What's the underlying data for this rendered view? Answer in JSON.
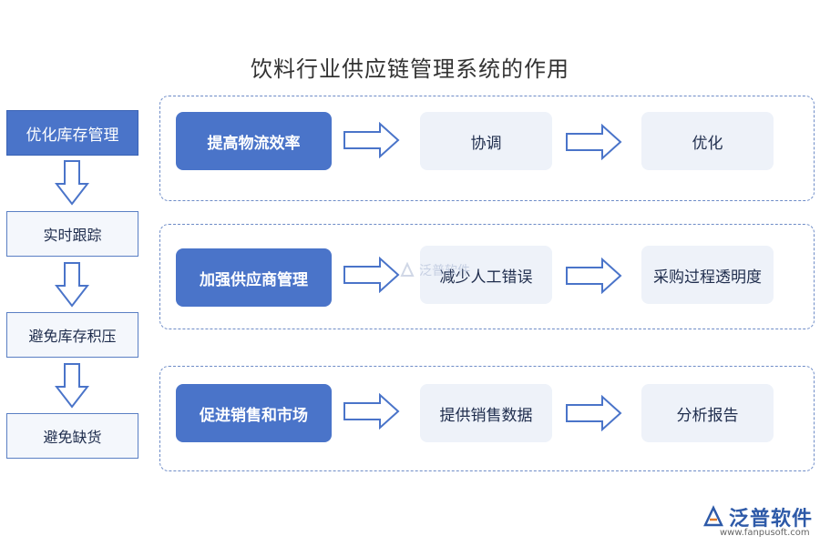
{
  "title": "饮料行业供应链管理系统的作用",
  "left_steps": [
    {
      "label": "优化库存管理"
    },
    {
      "label": "实时跟踪"
    },
    {
      "label": "避免库存积压"
    },
    {
      "label": "避免缺货"
    }
  ],
  "rows": [
    {
      "primary": "提高物流效率",
      "mid": "协调",
      "end": "优化"
    },
    {
      "primary": "加强供应商管理",
      "mid": "减少人工错误",
      "end": "采购过程透明度"
    },
    {
      "primary": "促进销售和市场",
      "mid": "提供销售数据",
      "end": "分析报告"
    }
  ],
  "watermark": "泛普软件",
  "brand": {
    "name": "泛普软件",
    "url": "www.fanpusoft.com"
  },
  "colors": {
    "primary": "#4a74c9",
    "light_box": "#eef2f9",
    "border": "#6e8cc7",
    "brand": "#2e5aa8"
  }
}
